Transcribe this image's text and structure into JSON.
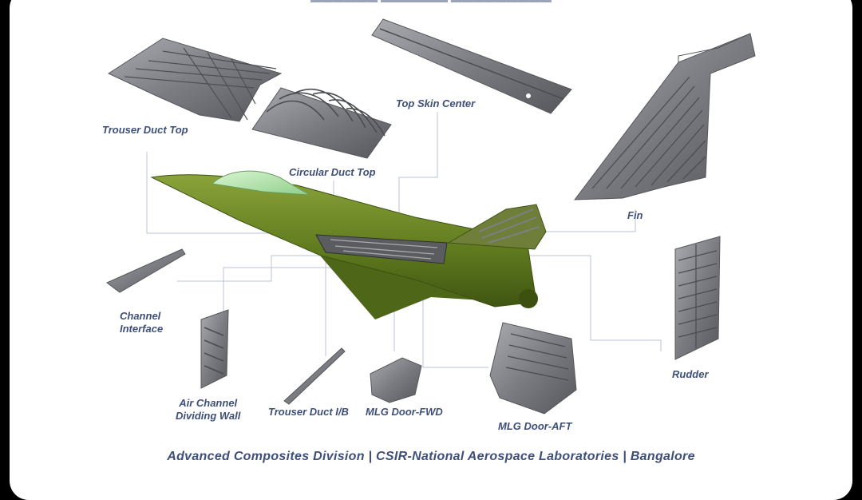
{
  "labels": {
    "trouser_duct_top": "Trouser Duct Top",
    "circular_duct_top": "Circular Duct Top",
    "top_skin_center": "Top Skin Center",
    "fin": "Fin",
    "channel_interface": "Channel\nInterface",
    "air_channel_dividing_wall": "Air Channel\nDividing Wall",
    "trouser_duct_ib": "Trouser Duct I/B",
    "mlg_door_fwd": "MLG Door-FWD",
    "mlg_door_aft": "MLG Door-AFT",
    "rudder": "Rudder"
  },
  "footer": "Advanced Composites Division | CSIR-National Aerospace Laboratories | Bangalore",
  "colors": {
    "label_text": "#3e4f7a",
    "aircraft_green": "#5f7a1e",
    "part_grey": "#7d7f84",
    "leader_line": "#b9c3d8"
  }
}
